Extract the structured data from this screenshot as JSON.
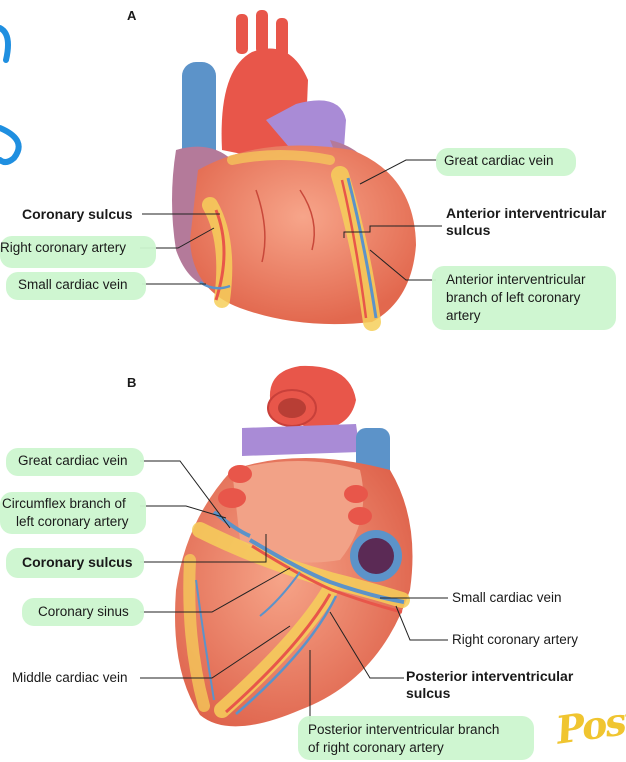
{
  "panels": {
    "a": "A",
    "b": "B"
  },
  "labels_a": {
    "great_cardiac_vein": "Great cardiac vein",
    "coronary_sulcus": "Coronary sulcus",
    "anterior_iv_sulcus_1": "Anterior interventricular",
    "anterior_iv_sulcus_2": "sulcus",
    "right_coronary_artery": "Right coronary artery",
    "small_cardiac_vein": "Small cardiac vein",
    "anterior_iv_branch_1": "Anterior interventricular",
    "anterior_iv_branch_2": "branch of left coronary",
    "anterior_iv_branch_3": "artery"
  },
  "labels_b": {
    "great_cardiac_vein": "Great cardiac vein",
    "circumflex_1": "Circumflex branch of",
    "circumflex_2": "left coronary artery",
    "coronary_sulcus": "Coronary sulcus",
    "coronary_sinus": "Coronary sinus",
    "small_cardiac_vein": "Small cardiac vein",
    "right_coronary_artery": "Right coronary artery",
    "middle_cardiac_vein": "Middle cardiac vein",
    "posterior_iv_sulcus_1": "Posterior interventricular",
    "posterior_iv_sulcus_2": "sulcus",
    "posterior_iv_branch_1": "Posterior interventricular branch",
    "posterior_iv_branch_2": "of right coronary artery"
  },
  "annotation": {
    "signature": "Post"
  },
  "colors": {
    "highlight": "#ccf5cf",
    "muscle": "#f08468",
    "fat": "#f6cf5a",
    "vein": "#5c93c9",
    "artery": "#e8564a",
    "pulmonary": "#a98bd6",
    "atrium": "#b47a9a",
    "pen": "#1f8fe0",
    "signature": "#f0c530"
  }
}
